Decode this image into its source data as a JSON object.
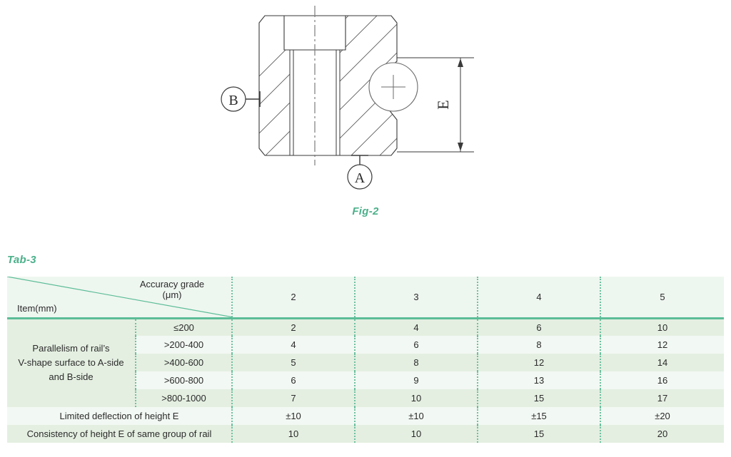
{
  "figure": {
    "caption": "Fig-2",
    "datum_b": "B",
    "datum_a": "A",
    "dimension_e": "E",
    "accent_color": "#4ab08a",
    "line_color": "#3a3a3a"
  },
  "table": {
    "label": "Tab-3",
    "accent_color": "#5cbd98",
    "header": {
      "corner_top_right": "Accuracy grade",
      "corner_top_right_unit": "(μm)",
      "corner_bottom_left": "Item(mm)",
      "grades": [
        "2",
        "3",
        "4",
        "5"
      ]
    },
    "group_label": "Parallelism of rail’s V-shape surface to A-side and B-side",
    "group_label_lines": [
      "Parallelism of rail’s",
      "V-shape surface to A-side",
      "and B-side"
    ],
    "rows": [
      {
        "range": "≤200",
        "values": [
          "2",
          "4",
          "6",
          "10"
        ]
      },
      {
        "range": ">200-400",
        "values": [
          "4",
          "6",
          "8",
          "12"
        ]
      },
      {
        "range": ">400-600",
        "values": [
          "5",
          "8",
          "12",
          "14"
        ]
      },
      {
        "range": ">600-800",
        "values": [
          "6",
          "9",
          "13",
          "16"
        ]
      },
      {
        "range": ">800-1000",
        "values": [
          "7",
          "10",
          "15",
          "17"
        ]
      }
    ],
    "extra_rows": [
      {
        "label": "Limited deflection of height E",
        "values": [
          "±10",
          "±10",
          "±15",
          "±20"
        ]
      },
      {
        "label": "Consistency of height E of same group of rail",
        "values": [
          "10",
          "10",
          "15",
          "20"
        ]
      }
    ]
  }
}
